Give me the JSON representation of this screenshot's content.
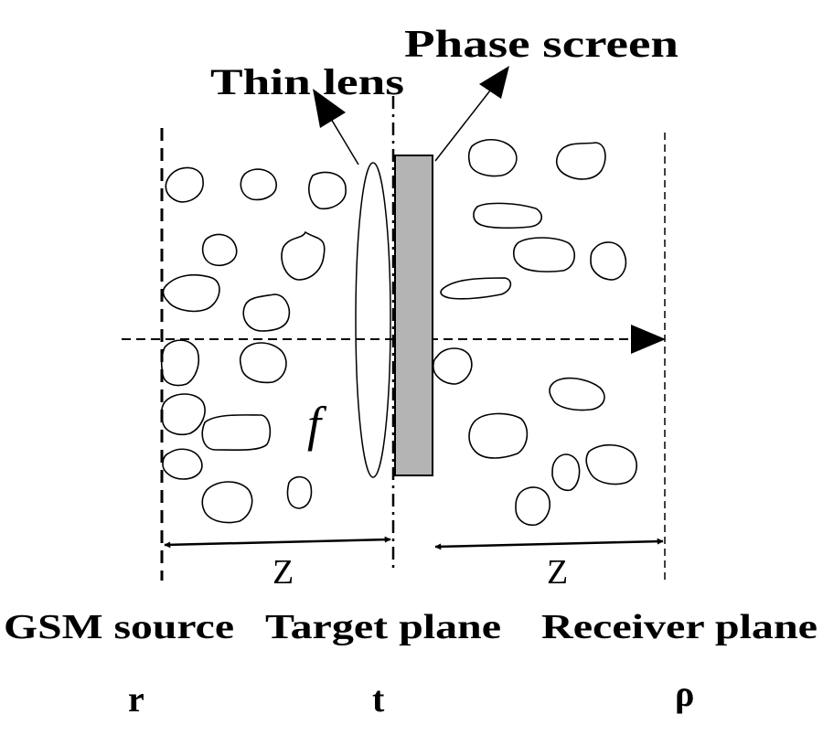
{
  "labels": {
    "phase_screen": "Phase screen",
    "thin_lens": "Thin lens",
    "focal": "f",
    "distance_left": "Z",
    "distance_right": "Z",
    "source": "GSM source",
    "target": "Target plane",
    "receiver": "Receiver plane",
    "coord_source": "r",
    "coord_target": "t",
    "coord_receiver": "ρ"
  },
  "colors": {
    "line": "#000000",
    "screen_fill": "#b4b4b4",
    "background": "#ffffff"
  }
}
